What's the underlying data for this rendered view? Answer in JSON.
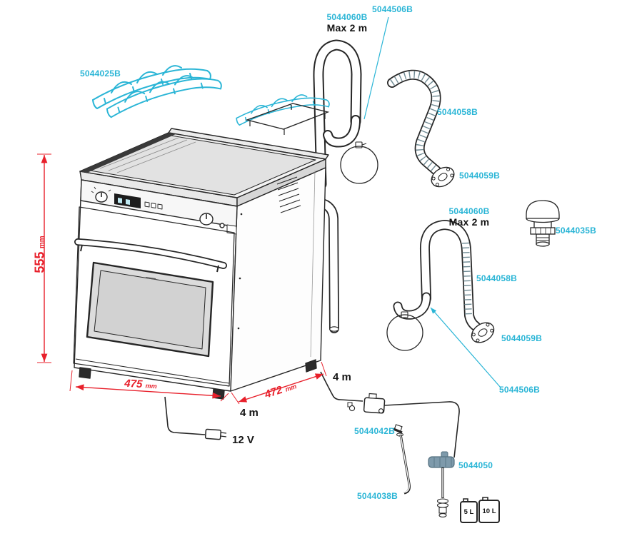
{
  "colors": {
    "part_label": "#2ab5d6",
    "dimension": "#e8202b",
    "line_art": "#262626",
    "tank_cap": "#7e9aab"
  },
  "part_labels": {
    "grill_rack": "5044025B",
    "vent_hose_top": "5044060B",
    "vent_hose_top_max": "Max 2 m",
    "sleeve_top": "5044506B",
    "corrugated_hose_top": "5044058B",
    "wall_flange_top": "5044059B",
    "vent_hose_mid": "5044060B",
    "vent_hose_mid_max": "Max 2 m",
    "vent_cap": "5044035B",
    "corrugated_hose_mid": "5044058B",
    "wall_flange_mid": "5044059B",
    "sleeve_mid": "5044506B",
    "fuel_pump": "5044042B",
    "tank_gauge": "5044050",
    "fuel_pickup": "5044038B"
  },
  "annotations": {
    "fuel_line_length": "4 m",
    "cable_length": "4 m",
    "power": "12 V",
    "tank_small": "5 L",
    "tank_large": "10 L"
  },
  "dimensions": {
    "height_value": "555",
    "height_unit": "mm",
    "width_value": "475",
    "width_unit": "mm",
    "depth_value": "472",
    "depth_unit": "mm"
  }
}
